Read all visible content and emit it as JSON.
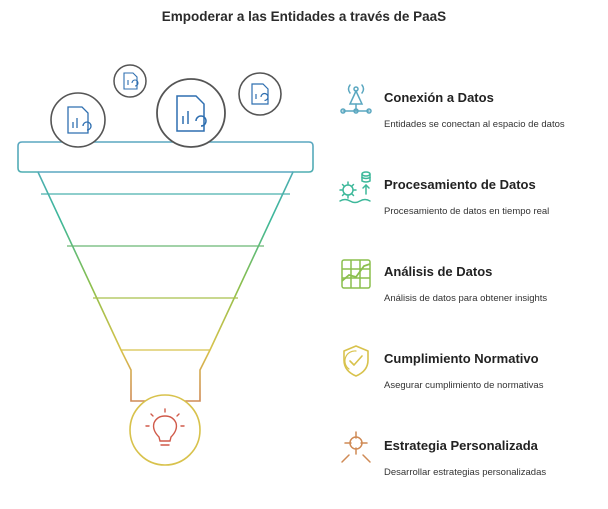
{
  "title": "Empoderar a las Entidades a través de PaaS",
  "colors": {
    "teal": "#5aa7c0",
    "green": "#3db89a",
    "olive": "#8bbf4d",
    "yellow": "#d8c24c",
    "orange": "#cf8a55",
    "gray": "#555555"
  },
  "stages": [
    {
      "heading": "Conexión a Datos",
      "description": "Entidades se conectan al espacio de datos",
      "icon": "antenna-network-icon",
      "color": "#5aa7c0"
    },
    {
      "heading": "Procesamiento de Datos",
      "description": "Procesamiento de datos en tiempo real",
      "icon": "gears-database-icon",
      "color": "#3db89a"
    },
    {
      "heading": "Análisis de Datos",
      "description": "Análisis de datos para obtener insights",
      "icon": "bar-chart-grid-icon",
      "color": "#8bbf4d"
    },
    {
      "heading": "Cumplimiento Normativo",
      "description": "Asegurar cumplimiento de normativas",
      "icon": "shield-check-icon",
      "color": "#d8c24c"
    },
    {
      "heading": "Estrategia Personalizada",
      "description": "Desarrollar estrategias personalizadas",
      "icon": "crosshair-target-icon",
      "color": "#cf8a55"
    }
  ]
}
